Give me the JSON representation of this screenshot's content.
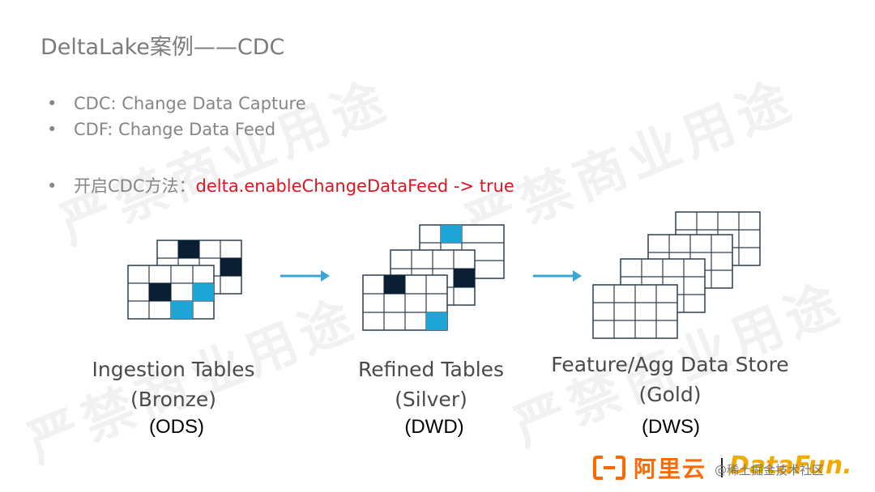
{
  "slide": {
    "title": "DeltaLake案例——CDC",
    "bullets": [
      {
        "marker": "•",
        "text": "CDC: Change Data Capture"
      },
      {
        "marker": "•",
        "text": "CDF: Change Data Feed"
      },
      {
        "marker": "•",
        "prefix": "开启CDC方法：",
        "code": "delta.enableChangeDataFeed -> true"
      }
    ],
    "watermark": "严禁商业用途"
  },
  "stages": [
    {
      "caption_line1": "Ingestion Tables",
      "caption_line2": "(Bronze)",
      "layer": "(ODS)"
    },
    {
      "caption_line1": "Refined Tables",
      "caption_line2": "(Silver)",
      "layer": "(DWD)"
    },
    {
      "caption_line1": "Feature/Agg Data Store",
      "caption_line2": "(Gold)",
      "layer": "(DWS)"
    }
  ],
  "footer": {
    "aliyun_logo": "阿里云",
    "datafun_logo": "DataFun.",
    "credit": "@稀土掘金技术社区"
  },
  "colors": {
    "title": "#7b7b7b",
    "bullet_text": "#868686",
    "code_red": "#e0141e",
    "cell_dark": "#0b1f33",
    "cell_blue": "#1ea5d6",
    "grid_line": "#2c3e50",
    "arrow": "#3aa6d4",
    "aliyun_orange": "#ff6a00",
    "datafun_yellow": "#f2a900"
  },
  "icons": [
    "right-arrow-icon",
    "table-grid-icon",
    "aliyun-bracket-icon"
  ]
}
